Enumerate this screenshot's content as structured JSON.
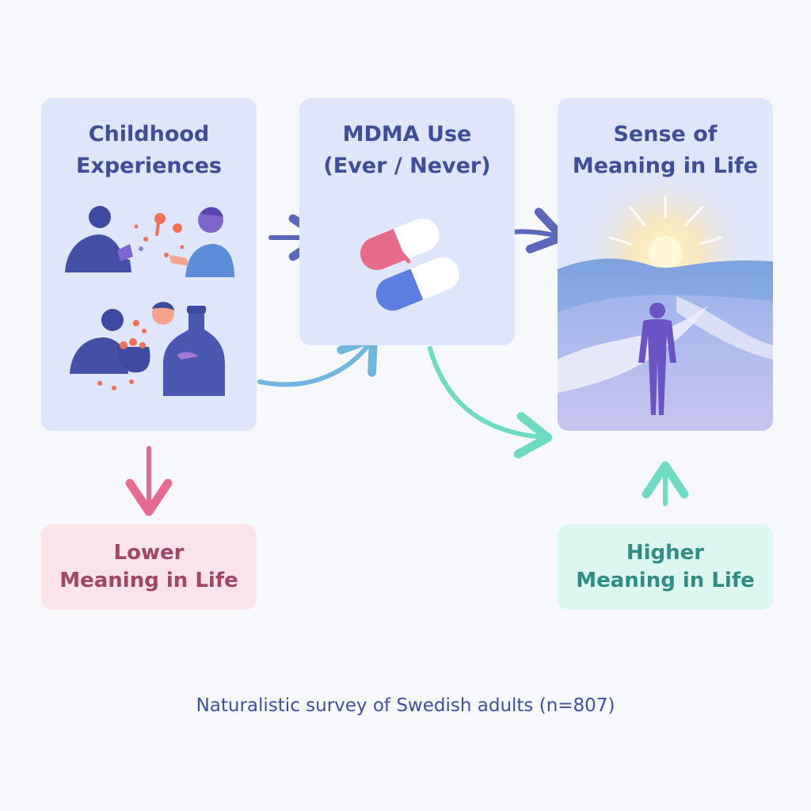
{
  "panels": {
    "childhood": {
      "title": "Childhood\nExperiences"
    },
    "mdma": {
      "title": "MDMA Use\n(Ever / Never)"
    },
    "meaning": {
      "title": "Sense of\nMeaning in Life"
    }
  },
  "outcomes": {
    "lower": "Lower\nMeaning in Life",
    "higher": "Higher\nMeaning in Life"
  },
  "footnote": "Naturalistic survey of Swedish adults (n=807)",
  "colors": {
    "panel_bg": "#dfe5fb",
    "title_text": "#3f4d9a",
    "lower_bg": "#fbe3ea",
    "lower_text": "#a04666",
    "higher_bg": "#dcf7ef",
    "higher_text": "#2f8d84",
    "arrow_pink": "#e56b93",
    "arrow_mint": "#6fdbc3",
    "arrow_indigo": "#5b67b8",
    "arrow_sky": "#6fb7df"
  }
}
